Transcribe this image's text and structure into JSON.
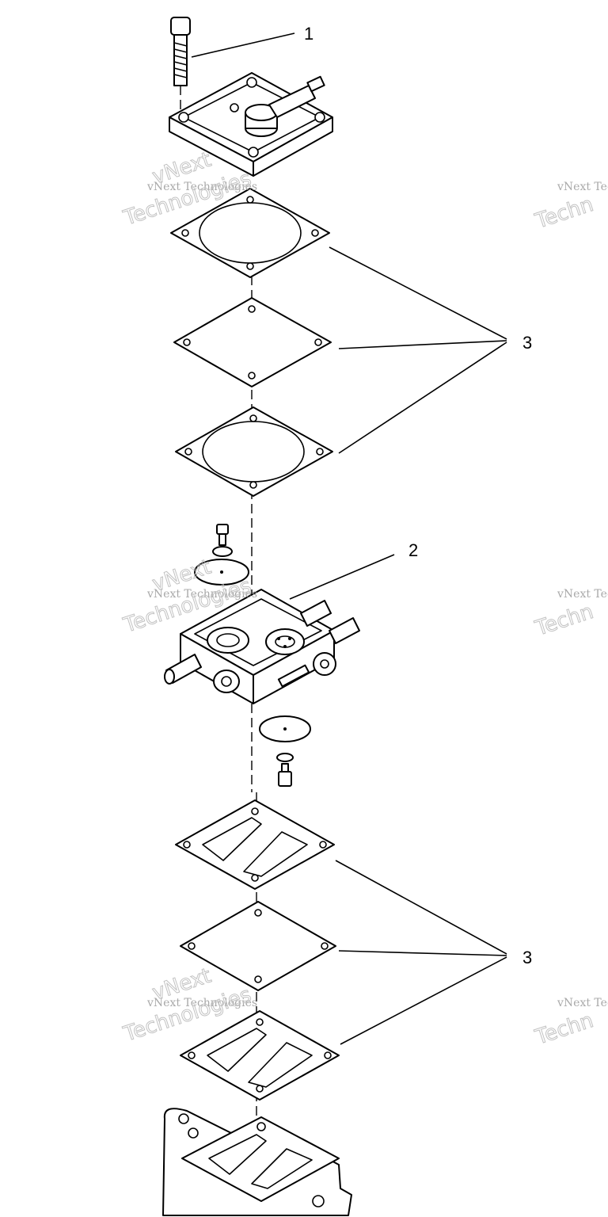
{
  "callouts": {
    "c1": "1",
    "c2": "2",
    "c3a": "3",
    "c3b": "3"
  },
  "watermark": {
    "line1": "vNext Technologies",
    "line2": "Technologies",
    "brand": "vNext",
    "edge1": "vNext Tec",
    "edge2": "Techn"
  }
}
